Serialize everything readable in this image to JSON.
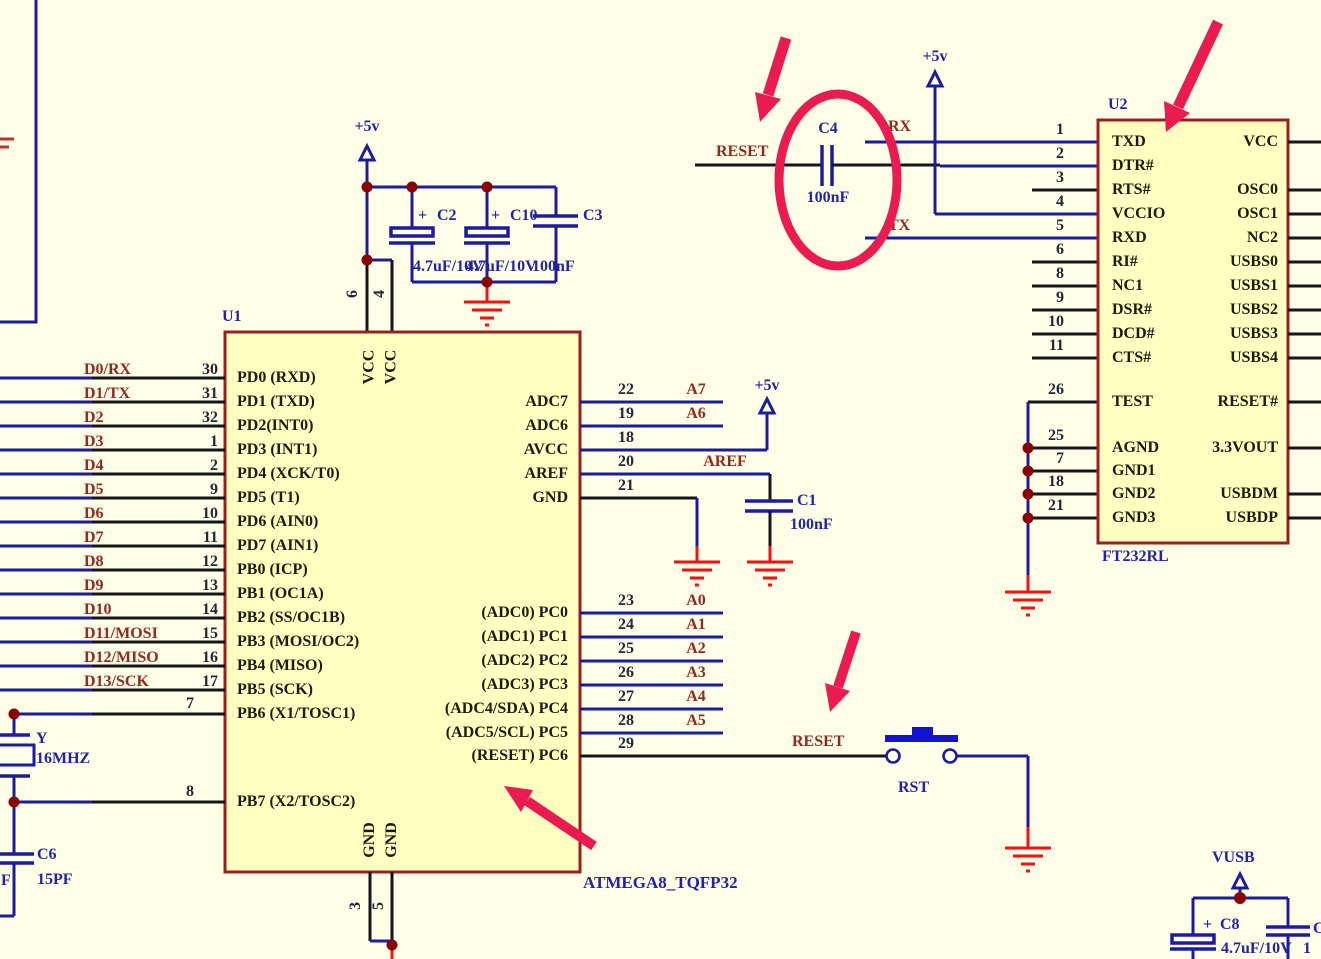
{
  "u1": {
    "ref": "U1",
    "part": "ATMEGA8_TQFP32",
    "left_pins": [
      {
        "net": "D0/RX",
        "num": "30",
        "label": "PD0 (RXD)"
      },
      {
        "net": "D1/TX",
        "num": "31",
        "label": "PD1 (TXD)"
      },
      {
        "net": "D2",
        "num": "32",
        "label": "PD2(INT0)"
      },
      {
        "net": "D3",
        "num": "1",
        "label": "PD3 (INT1)"
      },
      {
        "net": "D4",
        "num": "2",
        "label": "PD4 (XCK/T0)"
      },
      {
        "net": "D5",
        "num": "9",
        "label": "PD5 (T1)"
      },
      {
        "net": "D6",
        "num": "10",
        "label": "PD6 (AIN0)"
      },
      {
        "net": "D7",
        "num": "11",
        "label": "PD7 (AIN1)"
      },
      {
        "net": "D8",
        "num": "12",
        "label": "PB0 (ICP)"
      },
      {
        "net": "D9",
        "num": "13",
        "label": "PB1 (OC1A)"
      },
      {
        "net": "D10",
        "num": "14",
        "label": "PB2 (SS/OC1B)"
      },
      {
        "net": "D11/MOSI",
        "num": "15",
        "label": "PB3 (MOSI/OC2)"
      },
      {
        "net": "D12/MISO",
        "num": "16",
        "label": "PB4 (MISO)"
      },
      {
        "net": "D13/SCK",
        "num": "17",
        "label": "PB5 (SCK)"
      },
      {
        "net": "",
        "num": "7",
        "label": "PB6 (X1/TOSC1)"
      },
      {
        "net": "",
        "num": "8",
        "label": "PB7 (X2/TOSC2)"
      }
    ],
    "right_top": [
      {
        "label": "ADC7",
        "num": "22",
        "net": "A7"
      },
      {
        "label": "ADC6",
        "num": "19",
        "net": "A6"
      },
      {
        "label": "AVCC",
        "num": "18",
        "net": ""
      },
      {
        "label": "AREF",
        "num": "20",
        "net": "AREF"
      },
      {
        "label": "GND",
        "num": "21",
        "net": ""
      }
    ],
    "right_bottom": [
      {
        "label": "(ADC0) PC0",
        "num": "23",
        "net": "A0"
      },
      {
        "label": "(ADC1) PC1",
        "num": "24",
        "net": "A1"
      },
      {
        "label": "(ADC2) PC2",
        "num": "25",
        "net": "A2"
      },
      {
        "label": "(ADC3) PC3",
        "num": "26",
        "net": "A3"
      },
      {
        "label": "(ADC4/SDA) PC4",
        "num": "27",
        "net": "A4"
      },
      {
        "label": "(ADC5/SCL) PC5",
        "num": "28",
        "net": "A5"
      },
      {
        "label": "(RESET) PC6",
        "num": "29",
        "net": ""
      }
    ],
    "top_pins": {
      "nums": [
        "6",
        "4"
      ],
      "labels": [
        "VCC",
        "VCC"
      ]
    },
    "bottom_pins": {
      "nums": [
        "3",
        "5"
      ],
      "labels": [
        "GND",
        "GND"
      ]
    }
  },
  "u2": {
    "ref": "U2",
    "part": "FT232RL",
    "left_top": [
      {
        "num": "1",
        "label": "TXD"
      },
      {
        "num": "2",
        "label": "DTR#"
      },
      {
        "num": "3",
        "label": "RTS#"
      },
      {
        "num": "4",
        "label": "VCCIO"
      },
      {
        "num": "5",
        "label": "RXD"
      },
      {
        "num": "6",
        "label": "RI#"
      },
      {
        "num": "8",
        "label": "NC1"
      },
      {
        "num": "9",
        "label": "DSR#"
      },
      {
        "num": "10",
        "label": "DCD#"
      },
      {
        "num": "11",
        "label": "CTS#"
      }
    ],
    "left_bottom": [
      {
        "num": "26",
        "label": "TEST"
      },
      {
        "num": "25",
        "label": "AGND"
      },
      {
        "num": "7",
        "label": "GND1"
      },
      {
        "num": "18",
        "label": "GND2"
      },
      {
        "num": "21",
        "label": "GND3"
      }
    ],
    "right": [
      "VCC",
      "OSC0",
      "OSC1",
      "NC2",
      "USBS0",
      "USBS1",
      "USBS2",
      "USBS3",
      "USBS4",
      "RESET#",
      "3.3VOUT",
      "USBDM",
      "USBDP"
    ]
  },
  "capacitors": {
    "c2": {
      "ref": "C2",
      "value": "4.7uF/10V",
      "plus": "+"
    },
    "c10": {
      "ref": "C10",
      "value": "4.7uF/10V",
      "plus": "+"
    },
    "c3": {
      "ref": "C3",
      "value": "100nF"
    },
    "c4": {
      "ref": "C4",
      "value": "100nF"
    },
    "c1": {
      "ref": "C1",
      "value": "100nF"
    },
    "c6": {
      "ref": "C6",
      "value": "15PF"
    },
    "c8": {
      "ref": "C8",
      "value": "4.7uF/10V",
      "plus": "+"
    },
    "c9_partial": {
      "ref": "C",
      "value": "1"
    }
  },
  "crystal": {
    "ref": "Y",
    "value": "16MHZ"
  },
  "power": {
    "p5": "+5v",
    "vusb": "VUSB"
  },
  "nets": {
    "reset_top": "RESET",
    "rx": "RX",
    "tx": "TX",
    "aref": "AREF",
    "reset_bottom": "RESET"
  },
  "button": {
    "label": "RST"
  },
  "misc": {
    "partial_f": "F"
  }
}
